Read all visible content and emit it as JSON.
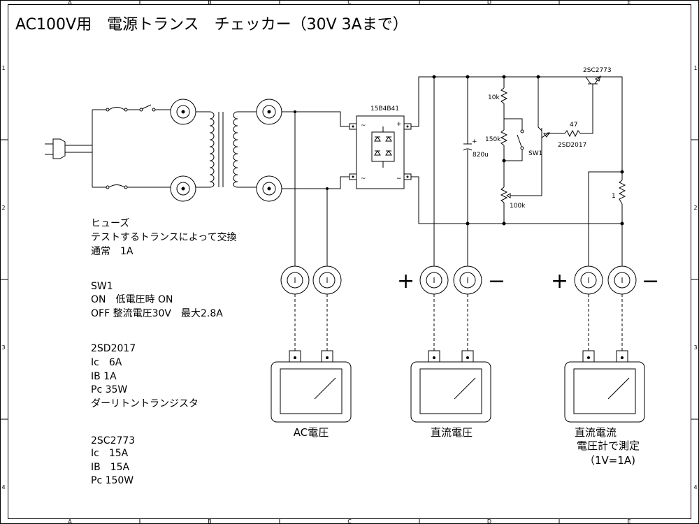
{
  "title": "AC100V用　電源トランス　チェッカー（30V 3Aまで）",
  "zones": {
    "columns": [
      "A",
      "B",
      "C",
      "D",
      "E"
    ],
    "rows": [
      "1",
      "2",
      "3",
      "4"
    ]
  },
  "parts": {
    "bridge": "15B4B41",
    "bridge_plus": "+",
    "bridge_minus": "−",
    "capacitor": "820u",
    "capacitor_pol": "+",
    "r_top": "10k",
    "r_mid": "150k",
    "vr": "100k",
    "sw": "SW1",
    "r_base": "47",
    "q1": "2SD2017",
    "q2": "2SC2773",
    "r_shunt": "1"
  },
  "signs": {
    "dc_plus": "+",
    "dc_minus": "−",
    "cur_plus": "+",
    "cur_minus": "−"
  },
  "notes": {
    "fuse": [
      "ヒューズ",
      "テストするトランスによって交換",
      "通常　1A"
    ],
    "sw1": [
      "SW1",
      "ON　低電圧時 ON",
      "OFF  整流電圧30V　最大2.8A"
    ],
    "q1": [
      "2SD2017",
      "Ic　6A",
      "IB  1A",
      "Pc  35W",
      "ダーリトントランジスタ"
    ],
    "q2": [
      "2SC2773",
      "Ic　15A",
      "IB　15A",
      "Pc 150W"
    ]
  },
  "meters": {
    "ac": "AC電圧",
    "dc": "直流電圧",
    "current": [
      "直流電流",
      "電圧計で測定",
      "（1V=1A)"
    ]
  }
}
